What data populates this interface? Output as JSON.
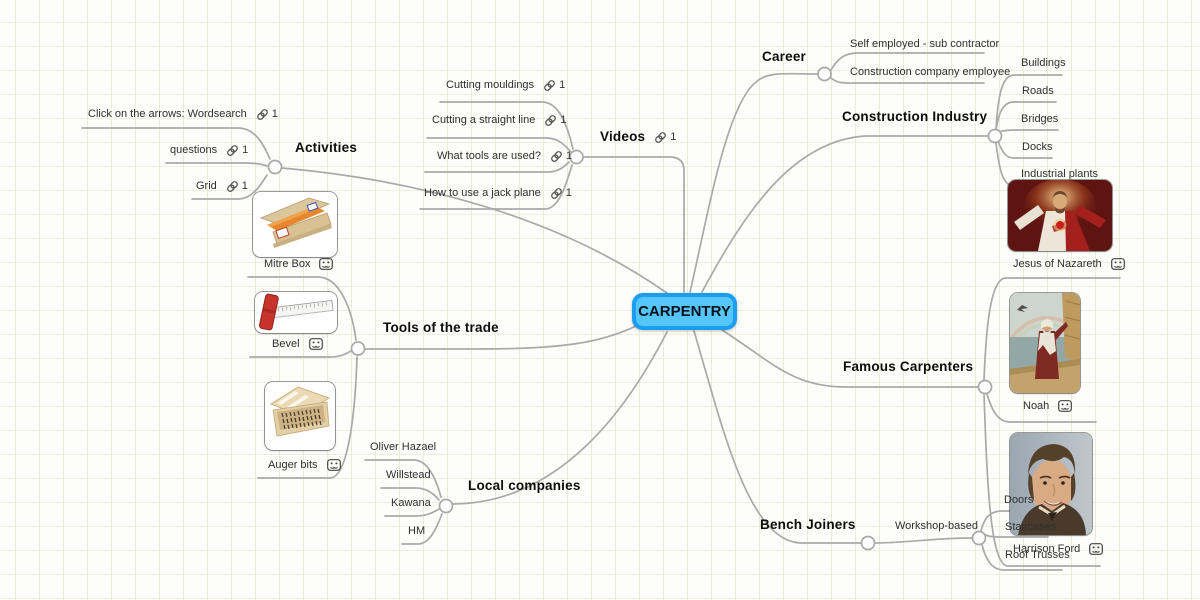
{
  "root": {
    "label": "CARPENTRY"
  },
  "branches": {
    "career": {
      "label": "Career",
      "children": [
        {
          "label": "Self employed - sub contractor"
        },
        {
          "label": "Construction company employee"
        }
      ]
    },
    "construction_industry": {
      "label": "Construction Industry",
      "children": [
        {
          "label": "Buildings"
        },
        {
          "label": "Roads"
        },
        {
          "label": "Bridges"
        },
        {
          "label": "Docks"
        },
        {
          "label": "Industrial plants"
        }
      ]
    },
    "videos": {
      "label": "Videos",
      "link_count": "1",
      "children": [
        {
          "label": "Cutting mouldings",
          "link_count": "1"
        },
        {
          "label": "Cutting a straight line",
          "link_count": "1"
        },
        {
          "label": "What tools are used?",
          "link_count": "1"
        },
        {
          "label": "How to use a jack plane",
          "link_count": "1"
        }
      ]
    },
    "activities": {
      "label": "Activities",
      "children": [
        {
          "label": "Click on the arrows: Wordsearch",
          "link_count": "1"
        },
        {
          "label": "questions",
          "link_count": "1"
        },
        {
          "label": "Grid",
          "link_count": "1"
        }
      ]
    },
    "tools_of_the_trade": {
      "label": "Tools of the trade",
      "children": [
        {
          "label": "Mitre Box"
        },
        {
          "label": "Bevel"
        },
        {
          "label": "Auger bits"
        }
      ]
    },
    "local_companies": {
      "label": "Local companies",
      "children": [
        {
          "label": "Oliver Hazael"
        },
        {
          "label": "Willstead"
        },
        {
          "label": "Kawana"
        },
        {
          "label": "HM"
        }
      ]
    },
    "famous_carpenters": {
      "label": "Famous Carpenters",
      "children": [
        {
          "label": "Jesus of Nazareth"
        },
        {
          "label": "Noah"
        },
        {
          "label": "Harrison Ford"
        }
      ]
    },
    "bench_joiners": {
      "label": "Bench Joiners",
      "children": [
        {
          "label": "Workshop-based",
          "children": [
            {
              "label": "Doors"
            },
            {
              "label": "Staircases"
            },
            {
              "label": "Roof Trusses"
            }
          ]
        }
      ]
    }
  },
  "colors": {
    "root_fill": "#54c6f9",
    "root_border": "#1b9ef2",
    "connector": "#a9a9a9",
    "background": "#fdfdfa",
    "grid_line": "#e8edda"
  }
}
